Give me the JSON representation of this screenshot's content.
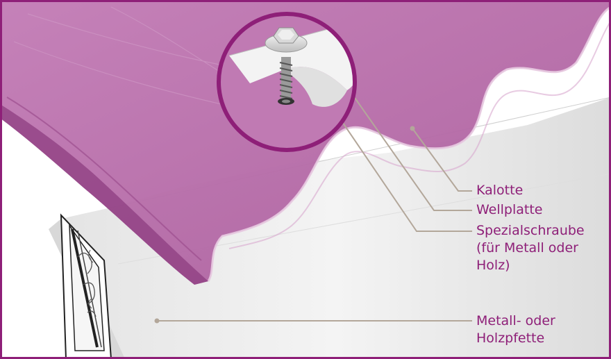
{
  "labels": {
    "kalotte": "Kalotte",
    "wellplatte": "Wellplatte",
    "spezialschraube": "Spezialschraube\n(für Metall oder\nHolz)",
    "pfette": "Metall- oder\nHolzpfette"
  },
  "colors": {
    "accent": "#8e1f78",
    "sheet": "#b86aa8",
    "leader": "#b3a79a",
    "purlin": "#e9e9e9"
  }
}
